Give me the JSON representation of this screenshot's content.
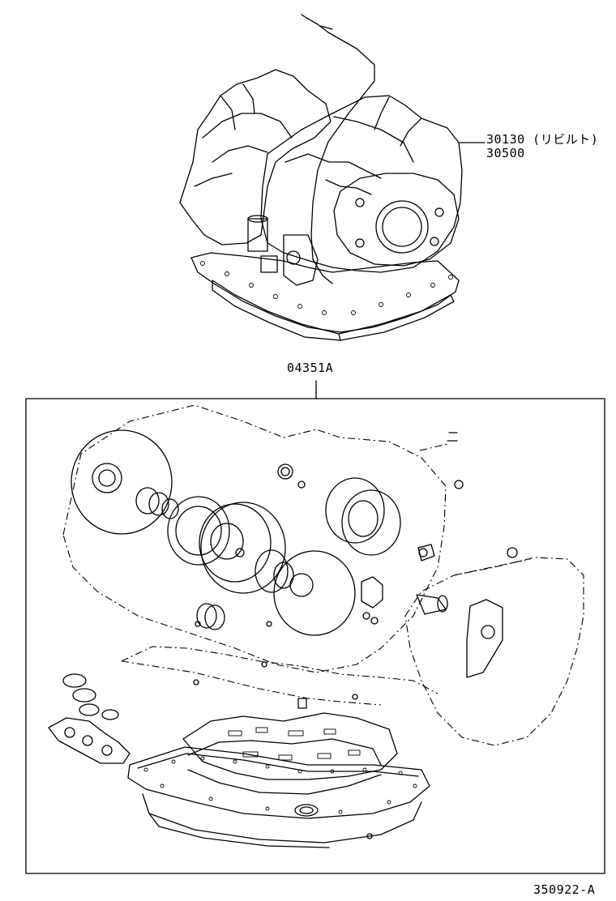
{
  "diagram": {
    "callouts": {
      "assembly_rebuilt": "30130 (リビルト)",
      "assembly": "30500",
      "gasket_kit": "04351A"
    },
    "figure_code": "350922-A"
  }
}
